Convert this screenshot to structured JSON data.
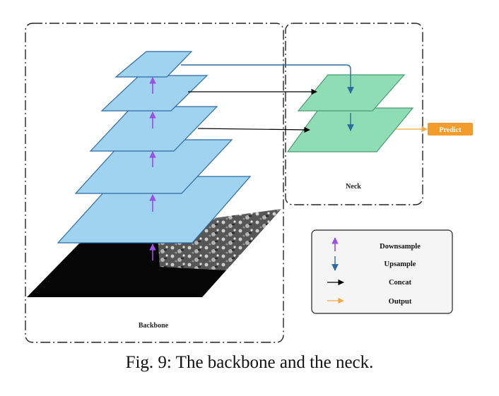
{
  "diagram": {
    "backbone_label": "Backbone",
    "neck_label": "Neck",
    "predict_label": "Predict",
    "legend": [
      {
        "label": "Downsample",
        "icon": "arrow-up-icon",
        "color": "#9b4ee8"
      },
      {
        "label": "Upsample",
        "icon": "arrow-down-icon",
        "color": "#2e6aa1"
      },
      {
        "label": "Concat",
        "icon": "arrow-right-icon",
        "color": "#000000"
      },
      {
        "label": "Output",
        "icon": "arrow-right-icon",
        "color": "#f4a640"
      }
    ],
    "colors": {
      "backbone_layer": "#9fd3f0",
      "backbone_edge": "#2e6aa1",
      "neck_layer": "#8fddb4",
      "neck_edge": "#4a9a72",
      "predict": "#f39c2b",
      "downsample_arrow": "#9b4ee8",
      "upsample_arrow": "#2e6aa1"
    }
  },
  "caption": "Fig. 9: The backbone and the neck."
}
